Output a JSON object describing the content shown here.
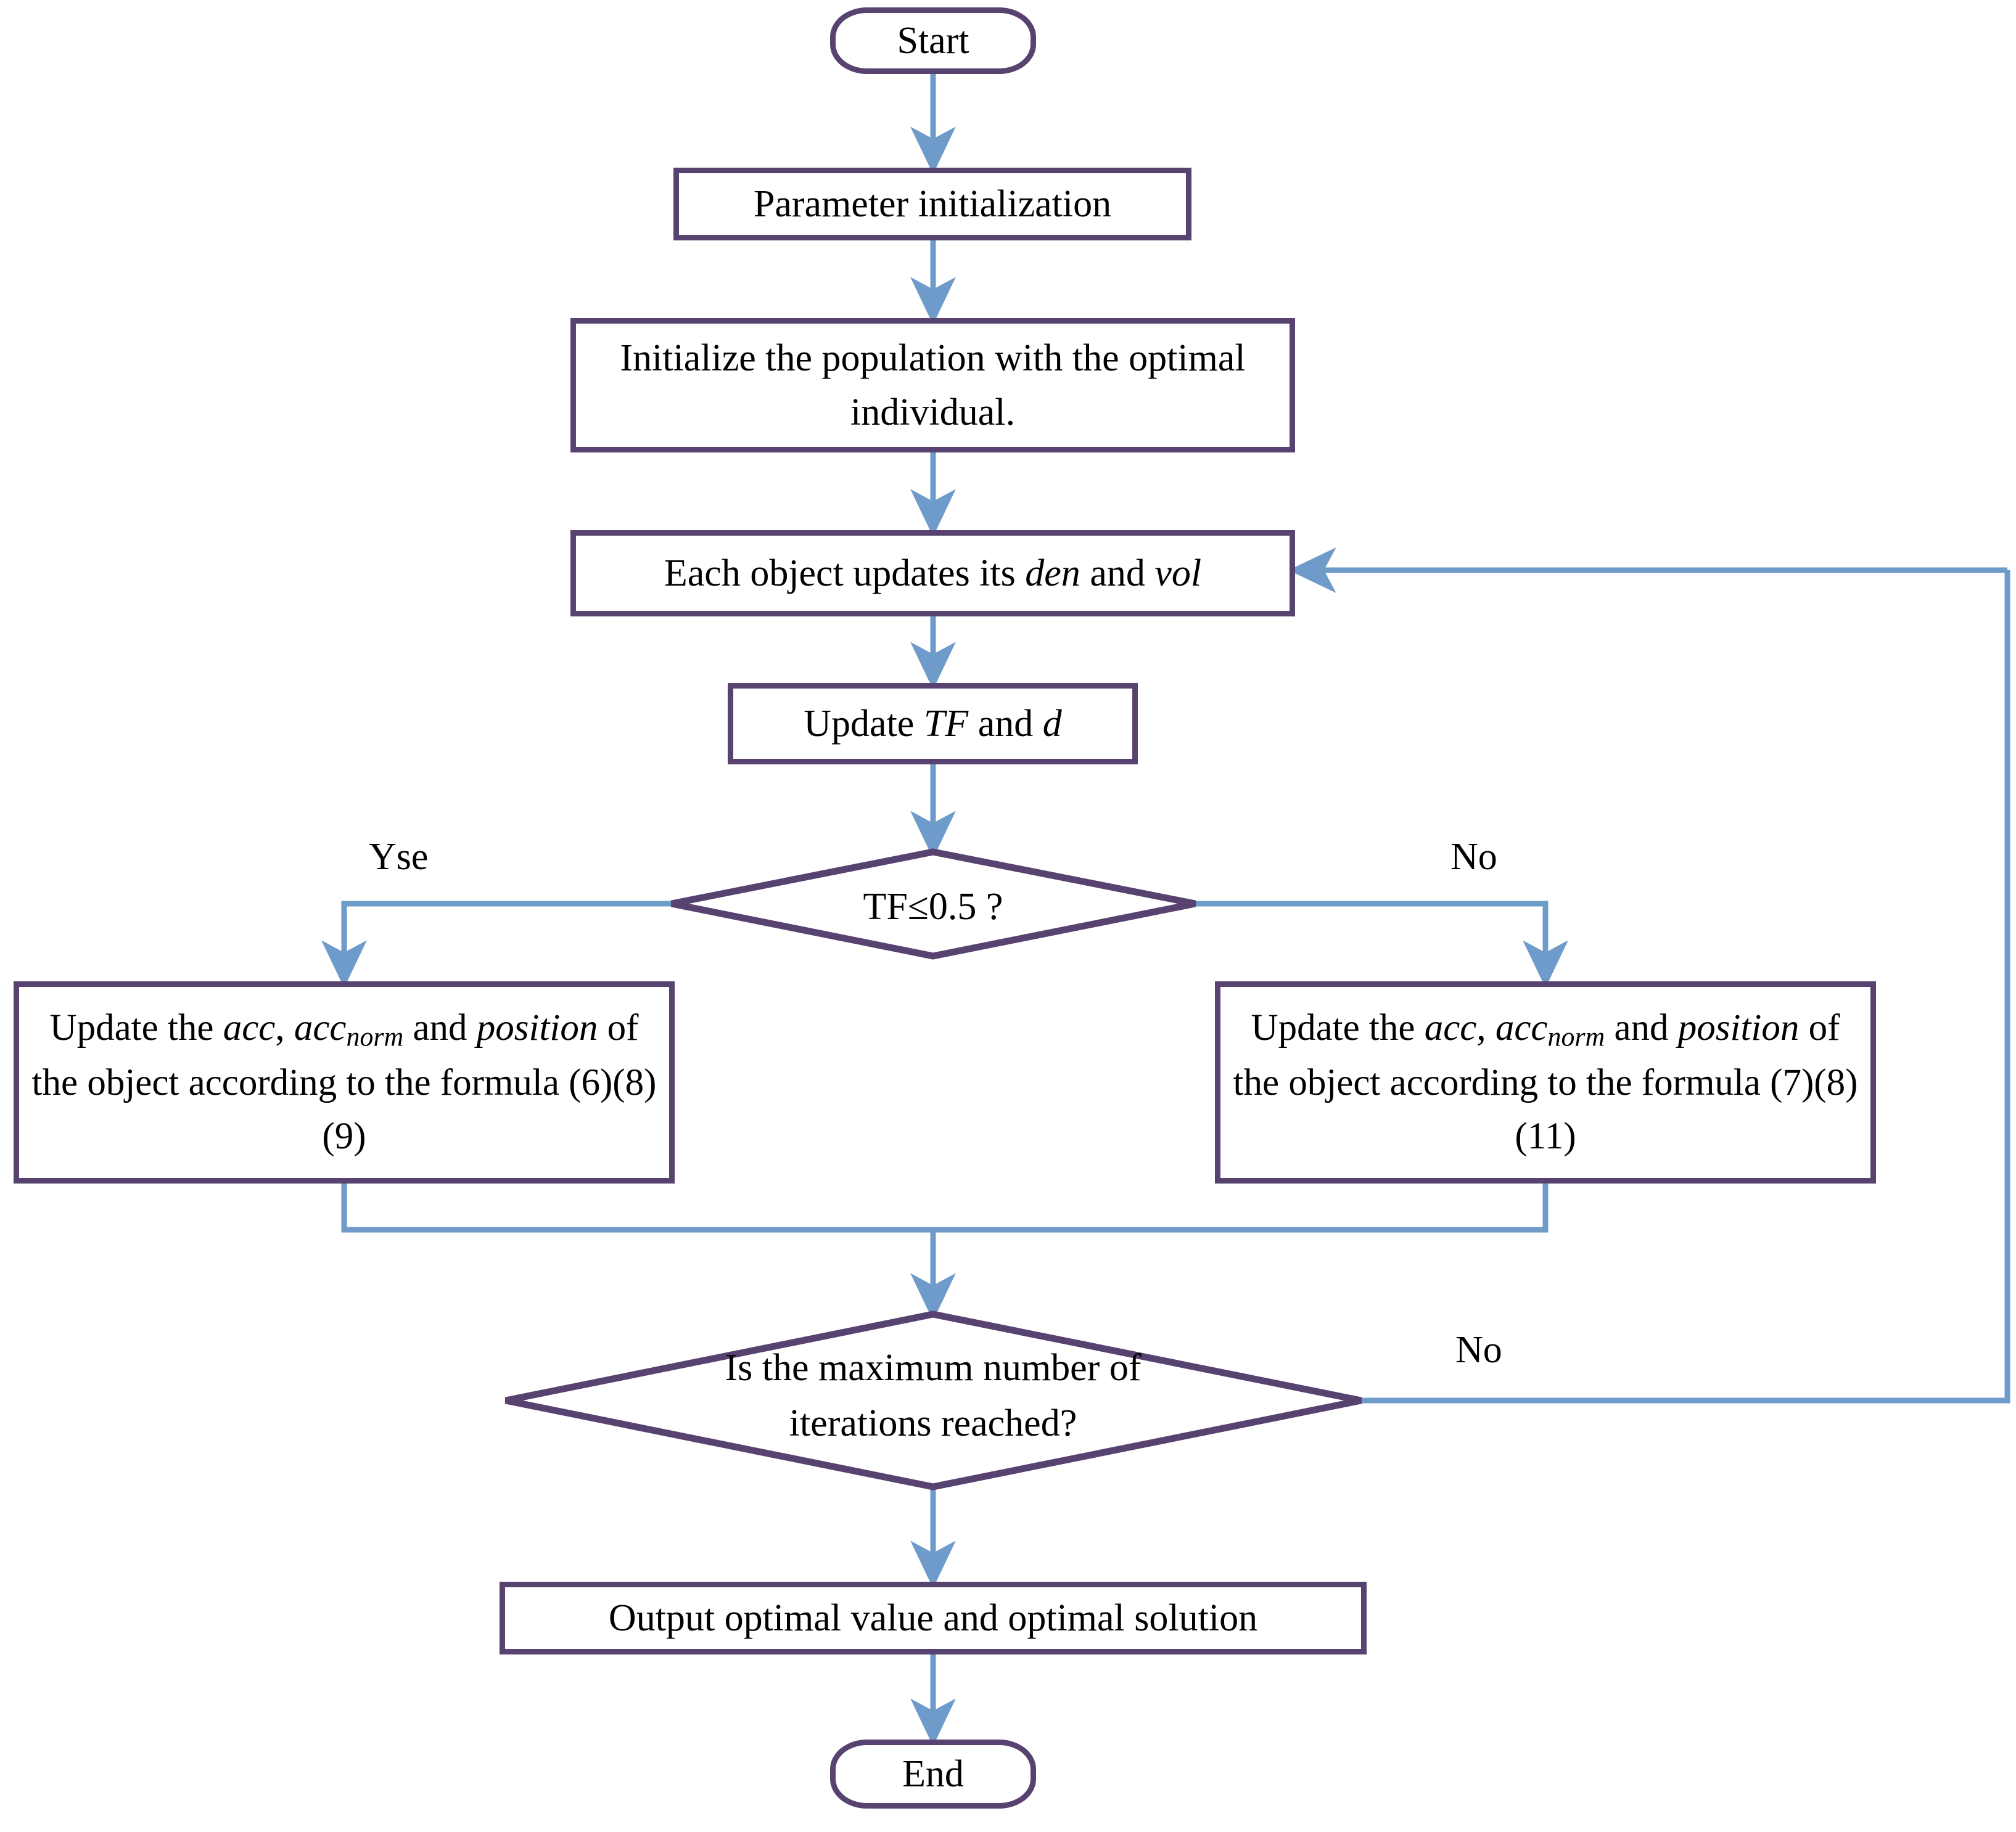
{
  "diagram": {
    "title": "Algorithm flowchart",
    "colors": {
      "node_border": "#574270",
      "arrow": "#6e9bc9",
      "text": "#000000",
      "background": "#ffffff"
    },
    "nodes": {
      "start": {
        "label": "Start",
        "shape": "terminator"
      },
      "param_init": {
        "label": "Parameter initialization",
        "shape": "process"
      },
      "init_population": {
        "label": "Initialize the population with the optimal individual.",
        "shape": "process"
      },
      "update_den_vol": {
        "prefix": "Each object updates its ",
        "var1": "den",
        "middle": " and ",
        "var2": "vol",
        "label": "Each object updates its den and vol",
        "shape": "process"
      },
      "update_tf_d": {
        "prefix": "Update ",
        "var1": "TF",
        "middle": " and ",
        "var2": "d",
        "label": "Update TF and d",
        "shape": "process"
      },
      "decision_tf": {
        "label": "TF≤0.5 ?",
        "shape": "decision"
      },
      "update_left": {
        "line1_pre": "Update the ",
        "line1_v1": "acc",
        "line1_mid": ", ",
        "line1_v2": "acc",
        "line1_sub": "norm",
        "line1_post": " and",
        "line2_v1": "position",
        "line2_post": " of the object according",
        "line3": "to the formula (6)(8)(9)",
        "label": "Update the acc, accnorm and position of the object according to the formula (6)(8)(9)",
        "shape": "process"
      },
      "update_right": {
        "line1_pre": "Update the ",
        "line1_v1": "acc",
        "line1_mid": ", ",
        "line1_v2": "acc",
        "line1_sub": "norm",
        "line1_post": " and",
        "line2_v1": "position",
        "line2_post": " of the object according",
        "line3": "to the formula (7)(8)(11)",
        "label": "Update the acc, accnorm and position of the object according to the formula (7)(8)(11)",
        "shape": "process"
      },
      "decision_iter": {
        "label": "Is the maximum number of\niterations reached?",
        "shape": "decision"
      },
      "output": {
        "label": "Output optimal value and optimal solution",
        "shape": "process"
      },
      "end": {
        "label": "End",
        "shape": "terminator"
      }
    },
    "edge_labels": {
      "yes_left": "Yse",
      "no_right": "No",
      "no_iter": "No"
    }
  }
}
